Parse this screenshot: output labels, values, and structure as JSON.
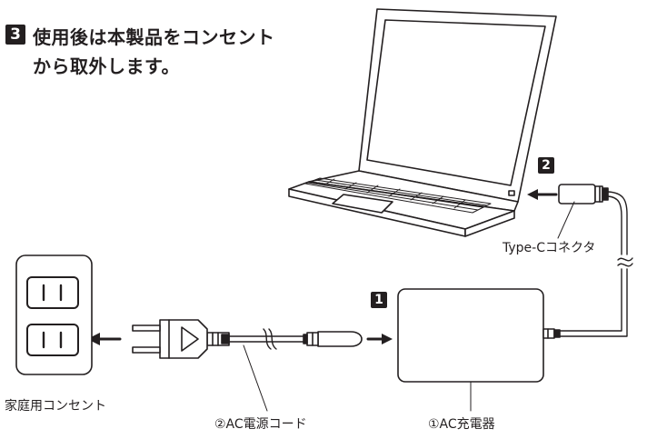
{
  "instruction": {
    "step_number": "3",
    "line1": "使用後は本製品をコンセント",
    "line2": "から取外します。"
  },
  "step_marks": {
    "connector_step": "2",
    "charger_step": "1"
  },
  "labels": {
    "type_c": "Type-Cコネクタ",
    "outlet": "家庭用コンセント",
    "ac_cord": "②AC電源コード",
    "ac_charger": "①AC充電器"
  }
}
